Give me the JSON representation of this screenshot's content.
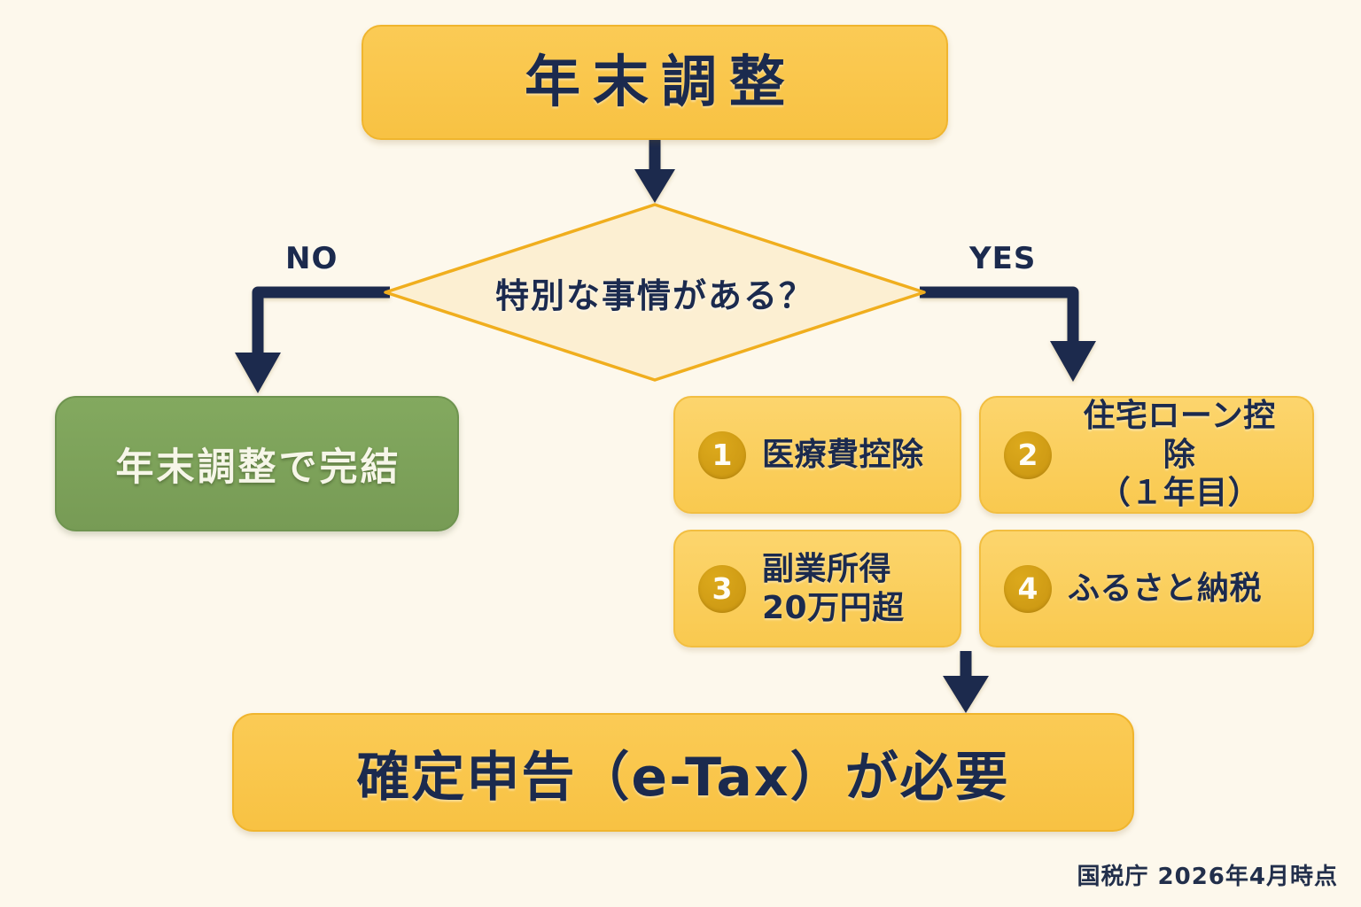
{
  "meta": {
    "background_color": "#FDF8EC",
    "accent_amber": "#F9C74F",
    "accent_amber_light": "#FCD56D",
    "accent_gold_badge": "#CD9913",
    "accent_green": "#7BA35B",
    "ink_navy": "#1B2A4E",
    "diamond_fill": "#FCEFD2",
    "diamond_stroke": "#F0AE1E"
  },
  "flow": {
    "title": {
      "label": "年末調整"
    },
    "decision": {
      "label": "特別な事情がある？",
      "branch_no": "NO",
      "branch_yes": "YES"
    },
    "outcome_no": {
      "label": "年末調整で完結"
    },
    "items": [
      {
        "number": "1",
        "line1": "医療費控除",
        "line2": ""
      },
      {
        "number": "2",
        "line1": "住宅ローン控除",
        "line2": "（１年目）"
      },
      {
        "number": "3",
        "line1": "副業所得",
        "line2": "20万円超"
      },
      {
        "number": "4",
        "line1": "ふるさと納税",
        "line2": ""
      }
    ],
    "outcome_yes": {
      "label": "確定申告（e-Tax）が必要"
    }
  },
  "footer": {
    "source": "国税庁 2026年4月時点"
  }
}
